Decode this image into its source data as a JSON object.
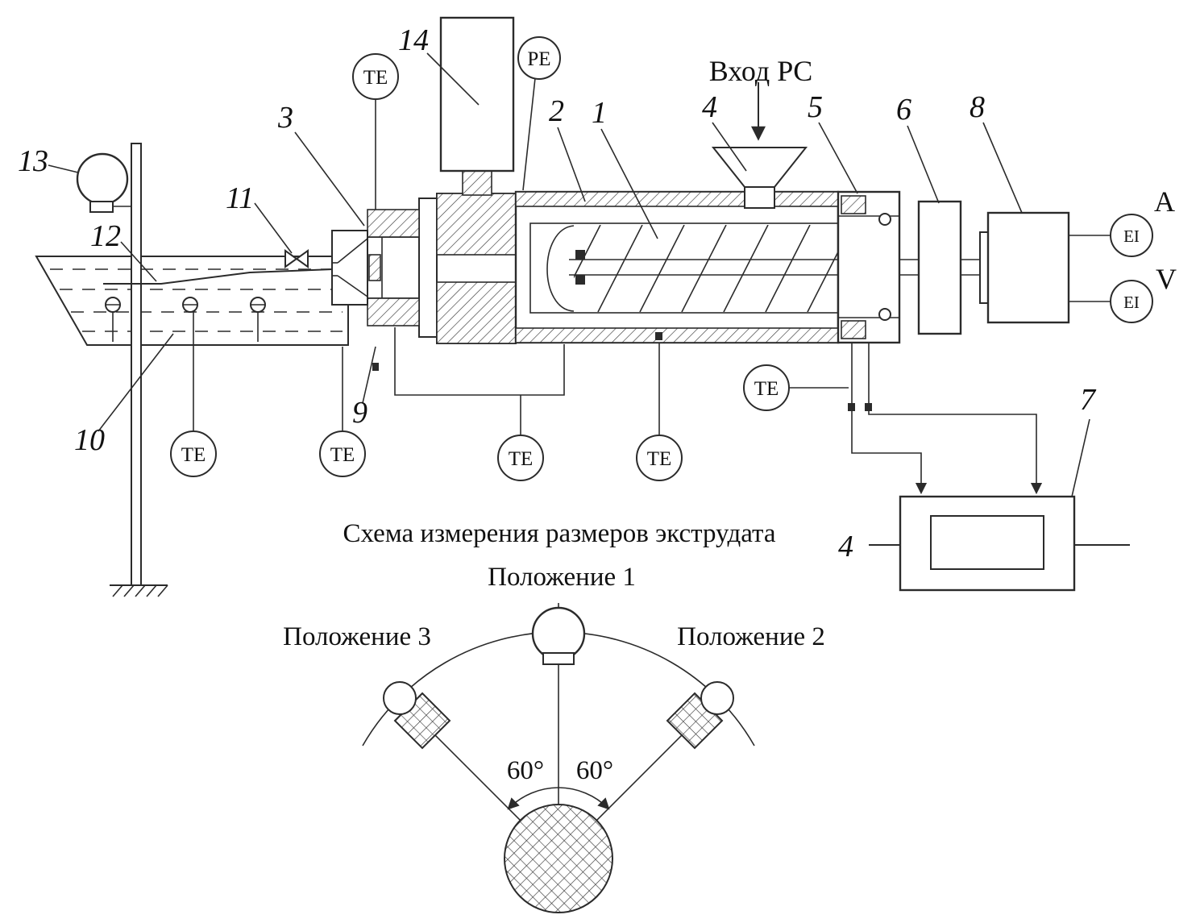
{
  "diagram": {
    "inlet_label": "Вход PC",
    "ammeter_label": "A",
    "voltmeter_label": "V",
    "sensor_te": "TE",
    "sensor_pe": "PE",
    "sensor_ei": "EI",
    "callouts": {
      "1": "1",
      "2": "2",
      "3": "3",
      "4": "4",
      "5": "5",
      "6": "6",
      "7": "7",
      "8": "8",
      "9": "9",
      "10": "10",
      "11": "11",
      "12": "12",
      "13": "13",
      "14": "14",
      "4_bottom": "4"
    }
  },
  "scheme": {
    "title": "Схема измерения размеров экструдата",
    "position1": "Положение 1",
    "position2": "Положение 2",
    "position3": "Положение 3",
    "angle_left": "60°",
    "angle_right": "60°"
  }
}
